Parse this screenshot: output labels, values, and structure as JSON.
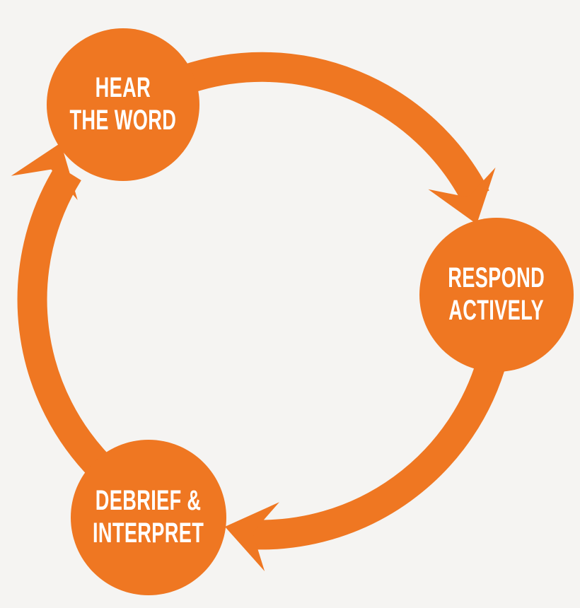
{
  "diagram": {
    "type": "cycle",
    "direction": "clockwise",
    "accent_color": "#EF7722",
    "background_color": "#F5F4F2",
    "text_color": "#FFFFFF",
    "nodes": [
      {
        "id": "hear-the-word",
        "line1": "HEAR",
        "line2": "THE WORD"
      },
      {
        "id": "respond-actively",
        "line1": "RESPOND",
        "line2": "ACTIVELY"
      },
      {
        "id": "debrief-interpret",
        "line1": "DEBRIEF &",
        "line2": "INTERPRET"
      }
    ]
  }
}
